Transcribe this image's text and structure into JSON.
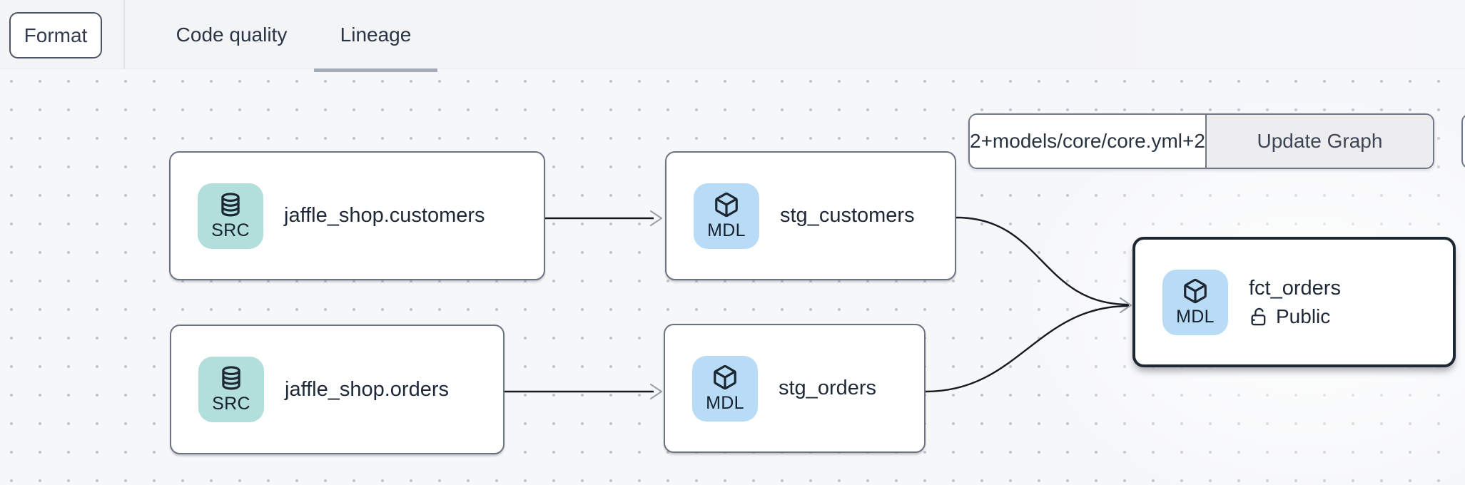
{
  "header": {
    "format_button": "Format",
    "tabs": [
      {
        "label": "Code quality",
        "active": false
      },
      {
        "label": "Lineage",
        "active": true
      }
    ]
  },
  "lineage": {
    "controls": {
      "selector_input_value": "2+models/core/core.yml+2",
      "update_graph_button": "Update Graph"
    },
    "nodes": [
      {
        "title": "jaffle_shop.customers",
        "badge": "SRC",
        "kind": "source",
        "selected": false
      },
      {
        "title": "stg_customers",
        "badge": "MDL",
        "kind": "model",
        "selected": false
      },
      {
        "title": "jaffle_shop.orders",
        "badge": "SRC",
        "kind": "source",
        "selected": false
      },
      {
        "title": "stg_orders",
        "badge": "MDL",
        "kind": "model",
        "selected": false
      },
      {
        "title": "fct_orders",
        "badge": "MDL",
        "kind": "model",
        "selected": true,
        "access_label": "Public"
      }
    ],
    "edges": [
      {
        "from": "jaffle_shop.customers",
        "to": "stg_customers"
      },
      {
        "from": "jaffle_shop.orders",
        "to": "stg_orders"
      },
      {
        "from": "stg_customers",
        "to": "fct_orders"
      },
      {
        "from": "stg_orders",
        "to": "fct_orders"
      }
    ]
  },
  "colors": {
    "source_badge_bg": "#b2dedb",
    "model_badge_bg": "#b8dcf6",
    "node_border": "#6b7380",
    "selected_node_border": "#1c2733",
    "active_tab_underline": "#a5abb5",
    "edge_line": "#171b21",
    "topbar_bg": "#f3f4f6",
    "canvas_bg": "#f6f7f9"
  }
}
